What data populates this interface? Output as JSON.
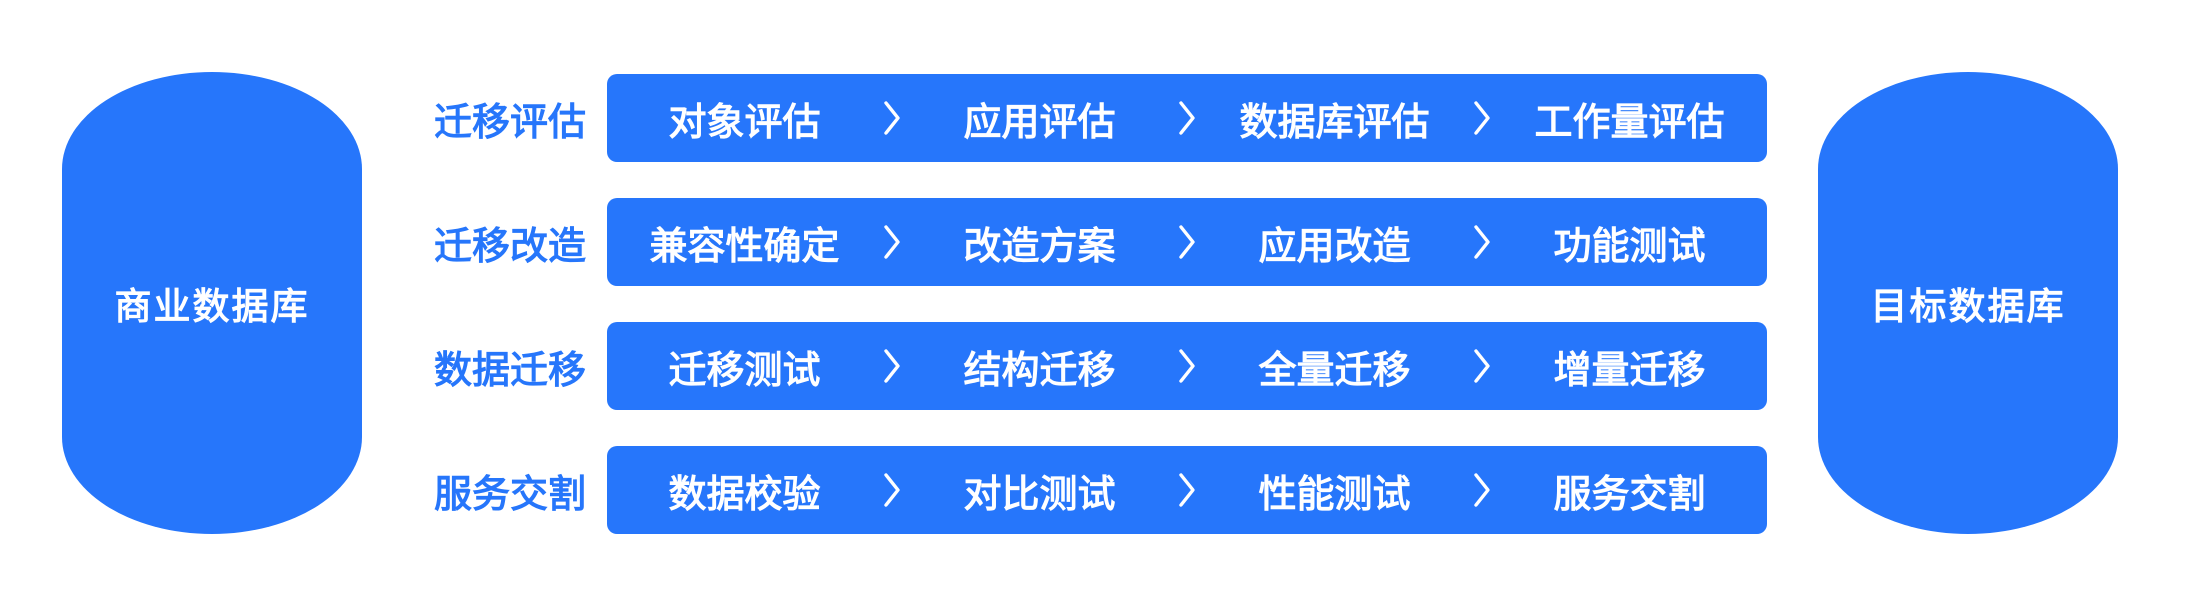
{
  "palette": {
    "primary": "#2676FB",
    "on_primary": "#FFFFFF",
    "background": "#FFFFFF"
  },
  "source_database": {
    "label": "商业数据库"
  },
  "target_database": {
    "label": "目标数据库"
  },
  "phases": [
    {
      "label": "迁移评估",
      "steps": [
        "对象评估",
        "应用评估",
        "数据库评估",
        "工作量评估"
      ]
    },
    {
      "label": "迁移改造",
      "steps": [
        "兼容性确定",
        "改造方案",
        "应用改造",
        "功能测试"
      ]
    },
    {
      "label": "数据迁移",
      "steps": [
        "迁移测试",
        "结构迁移",
        "全量迁移",
        "增量迁移"
      ]
    },
    {
      "label": "服务交割",
      "steps": [
        "数据校验",
        "对比测试",
        "性能测试",
        "服务交割"
      ]
    }
  ],
  "icons": {
    "separator": "chevron-right"
  }
}
